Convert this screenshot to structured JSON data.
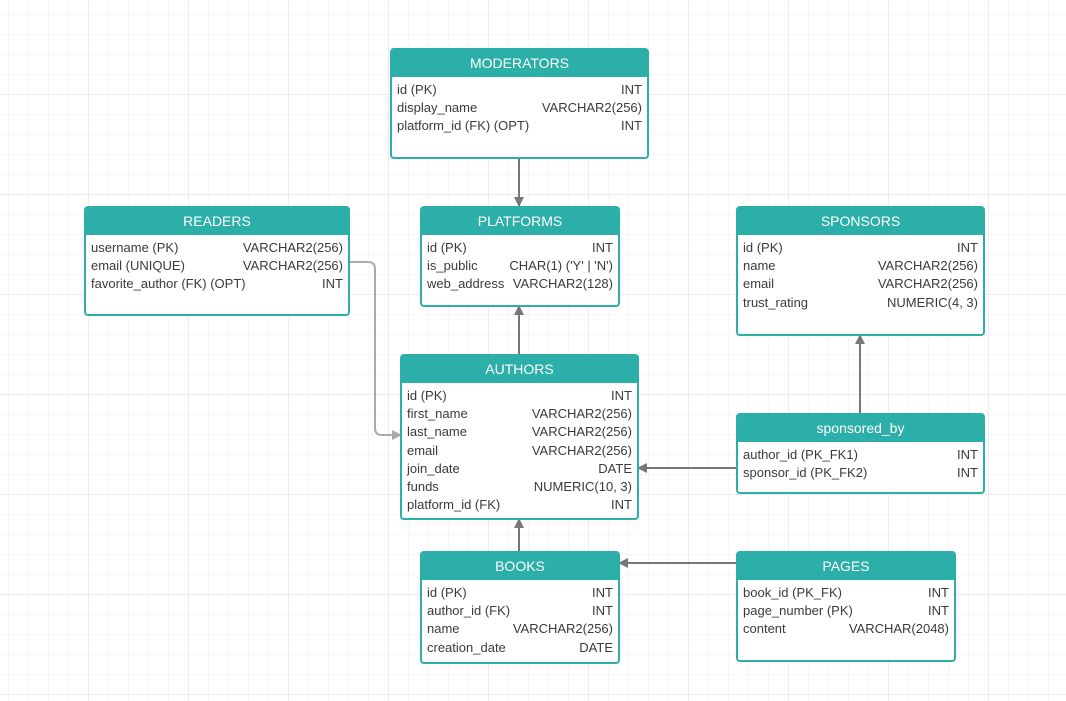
{
  "colors": {
    "header": "#2cafa9",
    "border": "#2cafa9",
    "connector_dark": "#777777",
    "connector_light": "#aaaaaa",
    "text": "#3a3a3a"
  },
  "tables": {
    "moderators": {
      "title": "MODERATORS",
      "rows": [
        {
          "name": "id (PK)",
          "type": "INT"
        },
        {
          "name": "display_name",
          "type": "VARCHAR2(256)"
        },
        {
          "name": "platform_id (FK) (OPT)",
          "type": "INT"
        }
      ]
    },
    "readers": {
      "title": "READERS",
      "rows": [
        {
          "name": "username (PK)",
          "type": "VARCHAR2(256)"
        },
        {
          "name": "email (UNIQUE)",
          "type": "VARCHAR2(256)"
        },
        {
          "name": "favorite_author (FK) (OPT)",
          "type": "INT"
        }
      ]
    },
    "platforms": {
      "title": "PLATFORMS",
      "rows": [
        {
          "name": "id (PK)",
          "type": "INT"
        },
        {
          "name": "is_public",
          "type": "CHAR(1) ('Y' | 'N')"
        },
        {
          "name": "web_address",
          "type": "VARCHAR2(128)"
        }
      ]
    },
    "sponsors": {
      "title": "SPONSORS",
      "rows": [
        {
          "name": "id (PK)",
          "type": "INT"
        },
        {
          "name": "name",
          "type": "VARCHAR2(256)"
        },
        {
          "name": "email",
          "type": "VARCHAR2(256)"
        },
        {
          "name": "trust_rating",
          "type": "NUMERIC(4, 3)"
        }
      ]
    },
    "authors": {
      "title": "AUTHORS",
      "rows": [
        {
          "name": "id (PK)",
          "type": "INT"
        },
        {
          "name": "first_name",
          "type": "VARCHAR2(256)"
        },
        {
          "name": "last_name",
          "type": "VARCHAR2(256)"
        },
        {
          "name": "email",
          "type": "VARCHAR2(256)"
        },
        {
          "name": "join_date",
          "type": "DATE"
        },
        {
          "name": "funds",
          "type": "NUMERIC(10, 3)"
        },
        {
          "name": "platform_id (FK)",
          "type": "INT"
        }
      ]
    },
    "sponsored_by": {
      "title": "sponsored_by",
      "rows": [
        {
          "name": "author_id (PK_FK1)",
          "type": "INT"
        },
        {
          "name": "sponsor_id (PK_FK2)",
          "type": "INT"
        }
      ]
    },
    "books": {
      "title": "BOOKS",
      "rows": [
        {
          "name": "id (PK)",
          "type": "INT"
        },
        {
          "name": "author_id (FK)",
          "type": "INT"
        },
        {
          "name": "name",
          "type": "VARCHAR2(256)"
        },
        {
          "name": "creation_date",
          "type": "DATE"
        }
      ]
    },
    "pages": {
      "title": "PAGES",
      "rows": [
        {
          "name": "book_id (PK_FK)",
          "type": "INT"
        },
        {
          "name": "page_number (PK)",
          "type": "INT"
        },
        {
          "name": "content",
          "type": "VARCHAR(2048)"
        }
      ]
    }
  }
}
